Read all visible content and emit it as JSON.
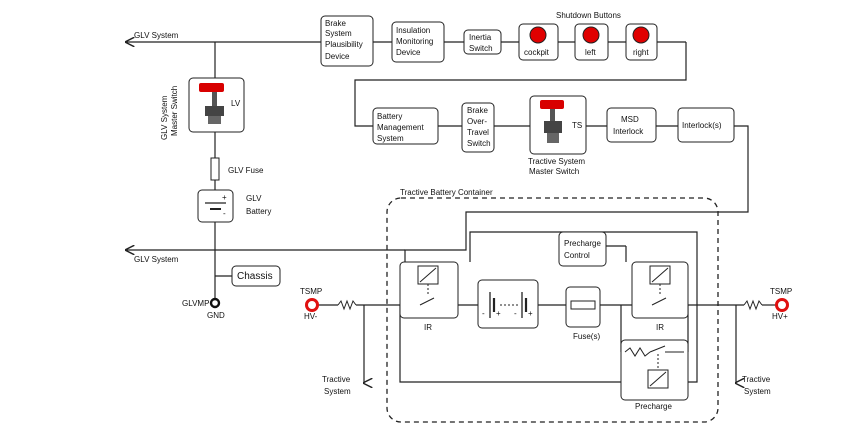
{
  "labels": {
    "glv_system_top": "GLV System",
    "glv_system_bottom": "GLV System",
    "brake_plausibility": [
      "Brake",
      "System",
      "Plausibility",
      "Device"
    ],
    "insulation_monitoring": [
      "Insulation",
      "Monitoring",
      "Device"
    ],
    "inertia_switch": [
      "Inertia",
      "Switch"
    ],
    "shutdown_buttons": "Shutdown Buttons",
    "btn_cockpit": "cockpit",
    "btn_left": "left",
    "btn_right": "right",
    "glv_master_switch": [
      "GLV System",
      "Master Switch"
    ],
    "lv": "LV",
    "glv_fuse": "GLV Fuse",
    "glv_battery": [
      "GLV",
      "Battery"
    ],
    "chassis": "Chassis",
    "glvmp": "GLVMP",
    "gnd": "GND",
    "bms": [
      "Battery",
      "Management",
      "System"
    ],
    "brake_overtravel": [
      "Brake",
      "Over-",
      "Travel",
      "Switch"
    ],
    "ts": "TS",
    "ts_master_switch": [
      "Tractive System",
      "Master Switch"
    ],
    "msd_interlock": [
      "MSD",
      "Interlock"
    ],
    "interlocks": "Interlock(s)",
    "tractive_battery_container": "Tractive Battery Container",
    "precharge_control": [
      "Precharge",
      "Control"
    ],
    "tsmp_left": "TSMP",
    "hv_minus": "HV-",
    "tsmp_right": "TSMP",
    "hv_plus": "HV+",
    "ir_left": "IR",
    "ir_right": "IR",
    "fuses": "Fuse(s)",
    "precharge": "Precharge",
    "tractive_system_left": [
      "Tractive",
      "System"
    ],
    "tractive_system_right": [
      "Tractive",
      "System"
    ],
    "plus_sign": "+",
    "minus_sign": "-"
  },
  "colors": {
    "button_red": "#e00000",
    "switch_red": "#d80000",
    "tsmp_red": "#e01010",
    "wire": "#222222"
  },
  "icons": {
    "shutdown_button": "red-mushroom-button-icon",
    "master_switch": "rotary-key-switch-icon",
    "relay": "relay-coil-icon",
    "resistor": "resistor-icon",
    "fuse": "fuse-icon",
    "battery": "battery-icon",
    "measuring_point": "test-point-icon",
    "ground": "ground-terminal-icon"
  }
}
